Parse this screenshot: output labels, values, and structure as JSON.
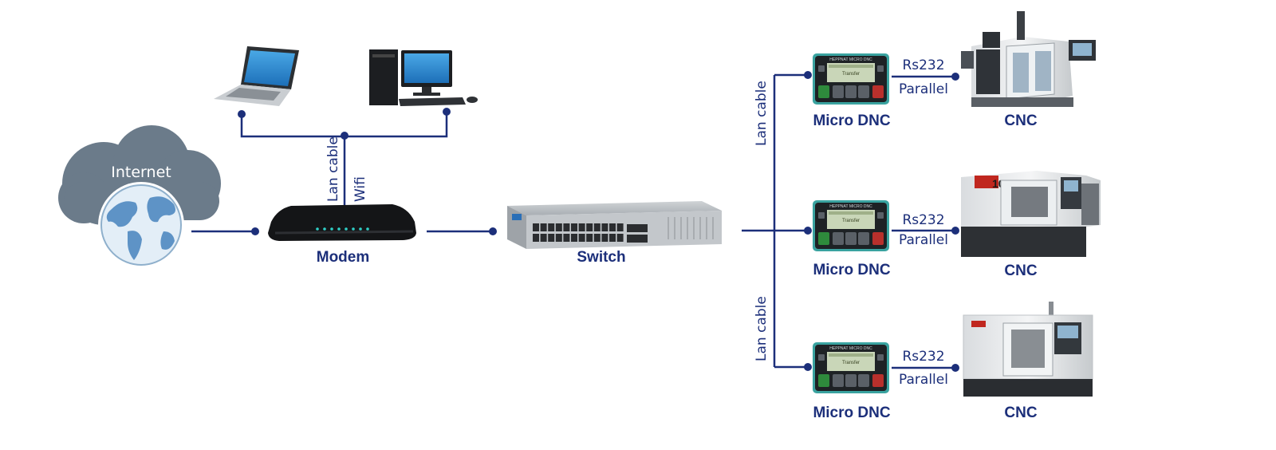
{
  "internet": {
    "label": "Internet"
  },
  "modem": {
    "label": "Modem",
    "uplink_labels": [
      "Lan cable",
      "Wifi"
    ]
  },
  "switch": {
    "label": "Switch"
  },
  "branches": [
    {
      "cable_label": "Lan cable",
      "device": "Micro DNC",
      "links": [
        "Rs232",
        "Parallel"
      ],
      "machine": "CNC"
    },
    {
      "cable_label": "",
      "device": "Micro DNC",
      "links": [
        "Rs232",
        "Parallel"
      ],
      "machine": "CNC"
    },
    {
      "cable_label": "Lan cable",
      "device": "Micro DNC",
      "links": [
        "Rs232",
        "Parallel"
      ],
      "machine": "CNC"
    }
  ],
  "device_screen_text": [
    "HEPPNAT MICRO DNC",
    "Transfer"
  ],
  "cnc_brand_text": "10",
  "colors": {
    "accent": "#1c2f7a",
    "cloud": "#6b7b8a",
    "device_frame": "#3aa3a0"
  }
}
